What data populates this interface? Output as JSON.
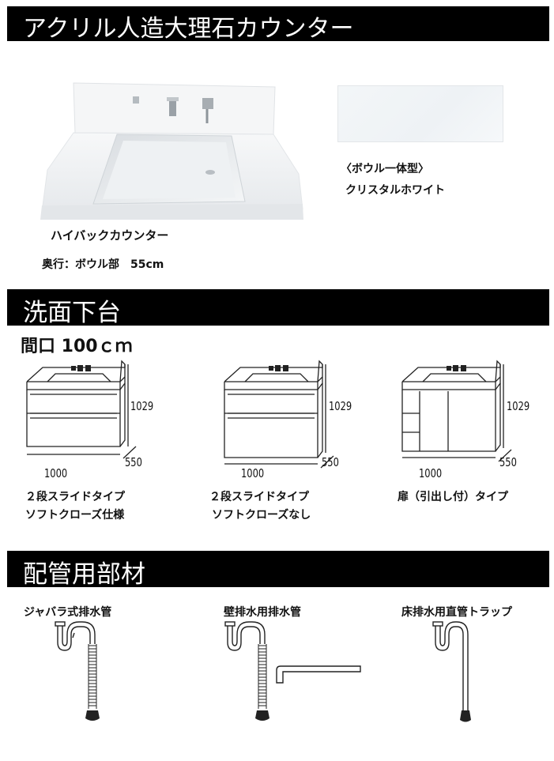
{
  "sections": {
    "counter_title": "アクリル人造大理石カウンター",
    "cabinet_title": "洗面下台",
    "piping_title": "配管用部材"
  },
  "counter": {
    "type_label": "ハイバックカウンター",
    "depth_label": "奥行：ボウル部　55cm",
    "bowl_type": "〈ボウル一体型〉",
    "color_name": "クリスタルホワイト"
  },
  "cabinet": {
    "width_label": "間口 100ｃｍ",
    "units": [
      {
        "height": "1029",
        "width": "1000",
        "depth": "550",
        "name_line1": "２段スライドタイプ",
        "name_line2": "ソフトクローズ仕様"
      },
      {
        "height": "1029",
        "width": "1000",
        "depth": "550",
        "name_line1": "２段スライドタイプ",
        "name_line2": "ソフトクローズなし"
      },
      {
        "height": "1029",
        "width": "1000",
        "depth": "550",
        "name_line1": "扉（引出し付）タイプ",
        "name_line2": ""
      }
    ]
  },
  "piping": {
    "items": [
      {
        "label": "ジャバラ式排水管"
      },
      {
        "label": "壁排水用排水管"
      },
      {
        "label": "床排水用直管トラップ"
      }
    ]
  }
}
